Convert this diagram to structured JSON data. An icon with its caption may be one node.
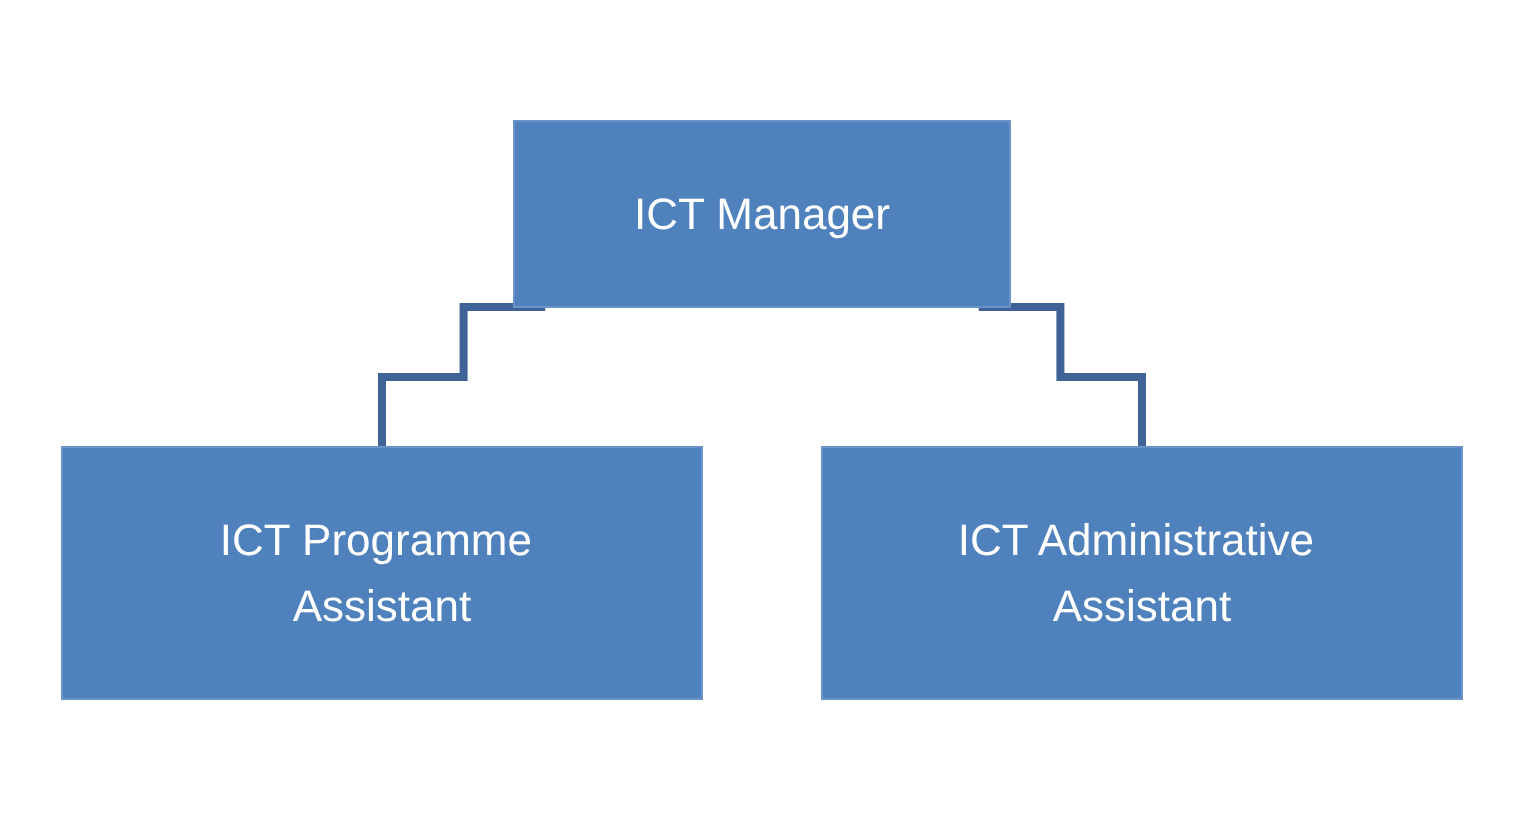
{
  "diagram": {
    "nodes": [
      {
        "text": [
          "ICT Manager"
        ]
      },
      {
        "text": [
          "ICT Programme Assistant"
        ]
      },
      {
        "text": [
          "ICT Administrative Assistant"
        ]
      }
    ],
    "edges": [
      {
        "from": 0,
        "to": 1,
        "arrow": "none"
      },
      {
        "from": 0,
        "to": 2,
        "arrow": "none"
      }
    ]
  }
}
